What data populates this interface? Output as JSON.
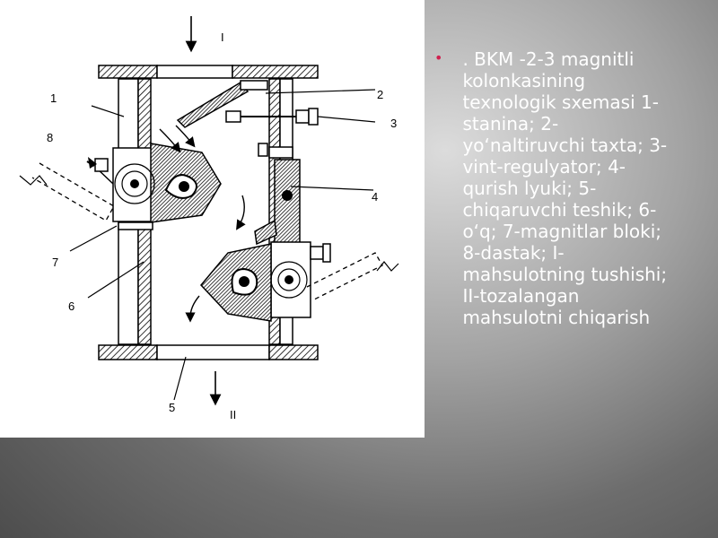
{
  "diagram": {
    "labels": {
      "n1": "1",
      "n2": "2",
      "n3": "3",
      "n4": "4",
      "n5": "5",
      "n6": "6",
      "n7": "7",
      "n8": "8",
      "flow_in": "I",
      "flow_out": "II"
    }
  },
  "caption": {
    "bullet": "•",
    "text": ". BKM -2-3 magnitli kolonkasining texnologik sxemasi 1-stanina; 2-yo‘naltiruvchi taxta; 3-vint-regulyator; 4-qurish lyuki; 5-chiqaruvchi teshik; 6-o‘q; 7-magnitlar bloki; 8-dastak; I-mahsulotning tushishi; II-tozalangan mahsulotni chiqarish"
  }
}
